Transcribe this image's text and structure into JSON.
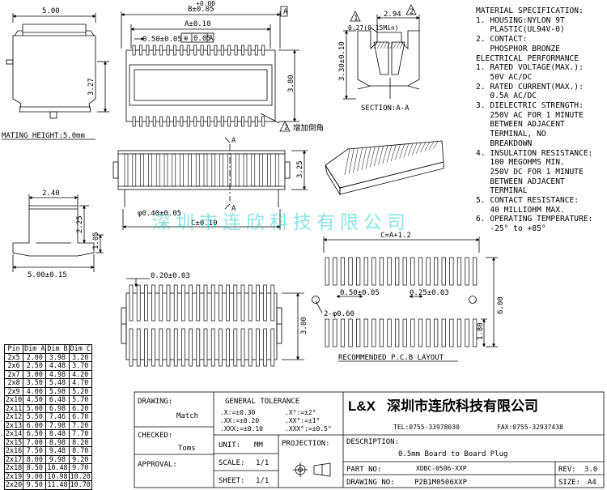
{
  "material_spec": {
    "lines": [
      "MATERIAL SPECIFICATION:",
      "1. HOUSING:NYLON 9T",
      "   PLASTIC(UL94V-0)",
      "2. CONTACT:",
      "   PHOSPHOR BRONZE",
      "ELECTRICAL PERFORMANCE",
      "1. RATED VOLTAGE(MAX.):",
      "   50V AC/DC",
      "2. RATED CURRENT(MAX.):",
      "   0.5A AC/DC",
      "3. DIELECTRIC STRENGTH:",
      "   250V AC FOR 1 MINUTE",
      "   BETWEEN ADJACENT",
      "   TERMINAL, NO",
      "   BREAKDOWN",
      "4. INSULATION RESISTANCE:",
      "   100 MEGOHMS MIN.",
      "   250V DC FOR 1 MINUTE",
      "   BETWEEN ADJACENT",
      "   TERMINAL",
      "5. CONTACT RESISTANCE:",
      "   40 MILLIOHM MAX.",
      "6. OPERATING TEMPERATURE:",
      "   -25° to +85°"
    ]
  },
  "dims": {
    "side_width": "5.00",
    "side_height": "3.27",
    "mating_height": "MATING HEIGHT:5.0mm",
    "top_b": "B±0.05",
    "top_b_sup": "+0.00",
    "top_a": "A±0.10",
    "top_pitch": "0.50±0.05",
    "top_pos": "0.05",
    "top_pos_ref": "A",
    "top_height": "3.80",
    "flag_1": "1",
    "flag_2": "2",
    "chamfer_note": "增加倒角",
    "section_w": "2.94",
    "section_min": "0.27(0.15Min)",
    "section_h": "3.30±0.10",
    "section_label": "SECTION:A-A",
    "front_h": "3.25",
    "front_pin": "φ0.40±0.05",
    "front_c": "C±0.10",
    "front_a": "A",
    "end_w": "2.40",
    "end_h1": "2.25",
    "end_h2": "1.05",
    "end_base": "5.00±0.15",
    "bottom_pitch": "0.20±0.03",
    "bottom_h": "3.00",
    "pcb_c": "C=A+1.2",
    "pcb_pitch": "0.50±0.05",
    "pcb_pad": "0.25±0.03",
    "pcb_hole": "2-φ0.60",
    "pcb_h": "6.00",
    "pcb_pad_h": "1.80",
    "pcb_label": "RECOMMENDED P.C.B LAYOUT"
  },
  "watermark": "深圳市连欣科技有限公司",
  "pin_table": {
    "headers": [
      "Pin",
      "Dim A",
      "Dim B",
      "Dim C"
    ],
    "rows": [
      [
        "2x5",
        "2.00",
        "3.98",
        "3.20"
      ],
      [
        "2x6",
        "2.50",
        "4.48",
        "3.70"
      ],
      [
        "2x7",
        "3.00",
        "4.98",
        "4.20"
      ],
      [
        "2x8",
        "3.50",
        "5.48",
        "4.70"
      ],
      [
        "2x9",
        "4.00",
        "5.98",
        "5.20"
      ],
      [
        "2x10",
        "4.50",
        "6.48",
        "5.70"
      ],
      [
        "2x11",
        "5.00",
        "6.98",
        "6.20"
      ],
      [
        "2x12",
        "5.50",
        "7.46",
        "6.70"
      ],
      [
        "2x13",
        "6.00",
        "7.98",
        "7.20"
      ],
      [
        "2x14",
        "6.50",
        "8.48",
        "7.70"
      ],
      [
        "2x15",
        "7.00",
        "8.98",
        "8.20"
      ],
      [
        "2x16",
        "7.50",
        "9.48",
        "8.70"
      ],
      [
        "2x17",
        "8.00",
        "9.98",
        "9.20"
      ],
      [
        "2x18",
        "8.50",
        "10.48",
        "9.70"
      ],
      [
        "2x19",
        "9.00",
        "10.98",
        "10.20"
      ],
      [
        "2x20",
        "9.50",
        "11.48",
        "10.70"
      ]
    ]
  },
  "title_block": {
    "drawing_label": "DRAWING:",
    "drawing_by": "Match",
    "checked_label": "CHECKED:",
    "checked_by": "Toms",
    "approval_label": "APPROVAL:",
    "tolerance_title": "GENERAL TOLERANCE",
    "tol_1": ".X:=±0.30",
    "tol_2": ".XX:=±0.20",
    "tol_3": ".XXX:=±0.10",
    "tol_4": ".X°:=±2°",
    "tol_5": ".XX°:=±1°",
    "tol_6": ".XXX°:=±0.5°",
    "unit_label": "UNIT:",
    "unit": "MM",
    "projection_label": "PROJECTION:",
    "scale_label": "SCALE:",
    "scale": "1/1",
    "sheet_label": "SHEET:",
    "sheet": "1/1",
    "company_logo": "L&X",
    "company_name": "深圳市连欣科技有限公司",
    "tel": "TEL:0755-33978030",
    "fax": "FAX:0755-32937438",
    "description_label": "DESCRIPTION:",
    "description": "0.5mm Board to Board Plug",
    "part_no_label": "PART NO:",
    "part_no": "XDBC-0506-XXP",
    "rev_label": "REV:",
    "rev": "3.0",
    "drawing_no_label": "DRAWING NO:",
    "drawing_no": "P2B1M0506XXP",
    "size_label": "SIZE:",
    "size": "A4"
  }
}
